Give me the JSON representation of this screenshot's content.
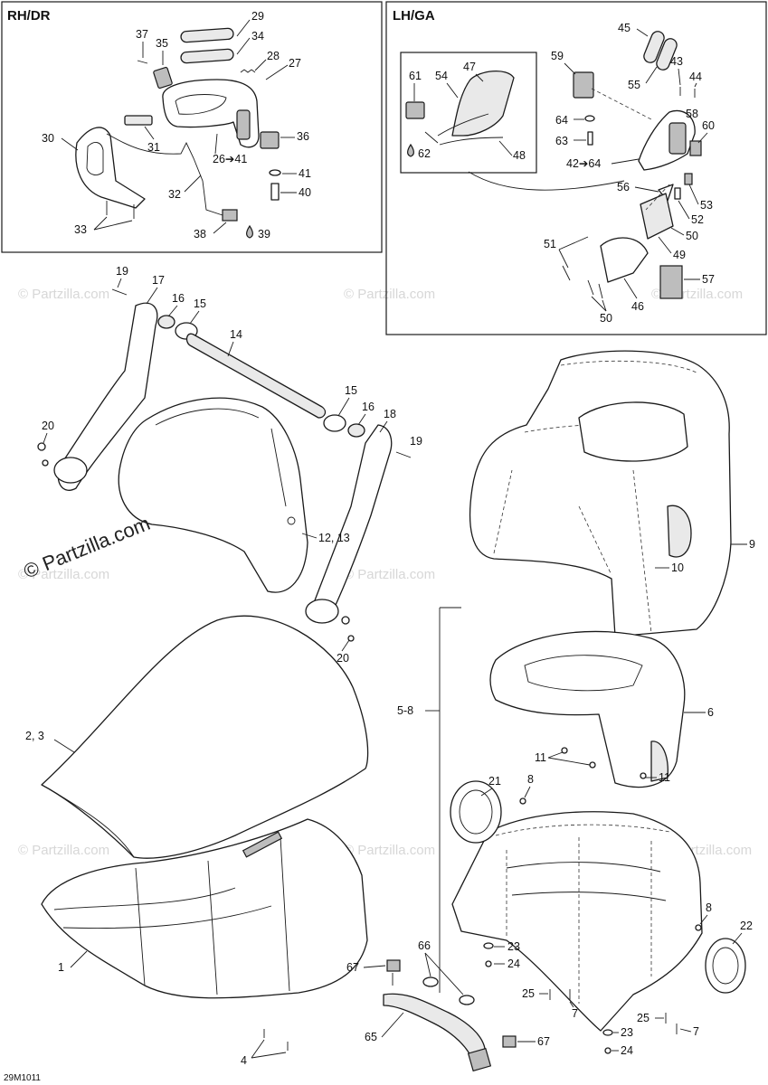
{
  "sections": {
    "rh": "RH/DR",
    "lh": "LH/GA"
  },
  "callouts": {
    "c1": "1",
    "c2": "2, 3",
    "c4": "4",
    "c5": "5-8",
    "c6": "6",
    "c7a": "7",
    "c7b": "7",
    "c8a": "8",
    "c8b": "8",
    "c9": "9",
    "c10": "10",
    "c11a": "11",
    "c11b": "11",
    "c12": "12, 13",
    "c14": "14",
    "c15a": "15",
    "c15b": "15",
    "c16a": "16",
    "c16b": "16",
    "c17": "17",
    "c18": "18",
    "c19a": "19",
    "c19b": "19",
    "c20a": "20",
    "c20b": "20",
    "c21": "21",
    "c22": "22",
    "c23a": "23",
    "c23b": "23",
    "c24a": "24",
    "c24b": "24",
    "c25a": "25",
    "c25b": "25",
    "c26": "26➔41",
    "c27": "27",
    "c28": "28",
    "c29": "29",
    "c30": "30",
    "c31": "31",
    "c32": "32",
    "c33": "33",
    "c34": "34",
    "c35": "35",
    "c36": "36",
    "c37": "37",
    "c38": "38",
    "c39": "39",
    "c40": "40",
    "c41": "41",
    "c42": "42➔64",
    "c43": "43",
    "c44": "44",
    "c45": "45",
    "c46": "46",
    "c47": "47",
    "c48": "48",
    "c49": "49",
    "c50a": "50",
    "c50b": "50",
    "c51": "51",
    "c52": "52",
    "c53": "53",
    "c54": "54",
    "c55": "55",
    "c56": "56",
    "c57": "57",
    "c58": "58",
    "c59": "59",
    "c60": "60",
    "c61": "61",
    "c62": "62",
    "c63": "63",
    "c64": "64",
    "c65": "65",
    "c66": "66",
    "c67a": "67",
    "c67b": "67"
  },
  "watermark": {
    "main": "© Partzilla.com",
    "repeat": "© Partzilla.com"
  },
  "drawing_number": "29M1011"
}
